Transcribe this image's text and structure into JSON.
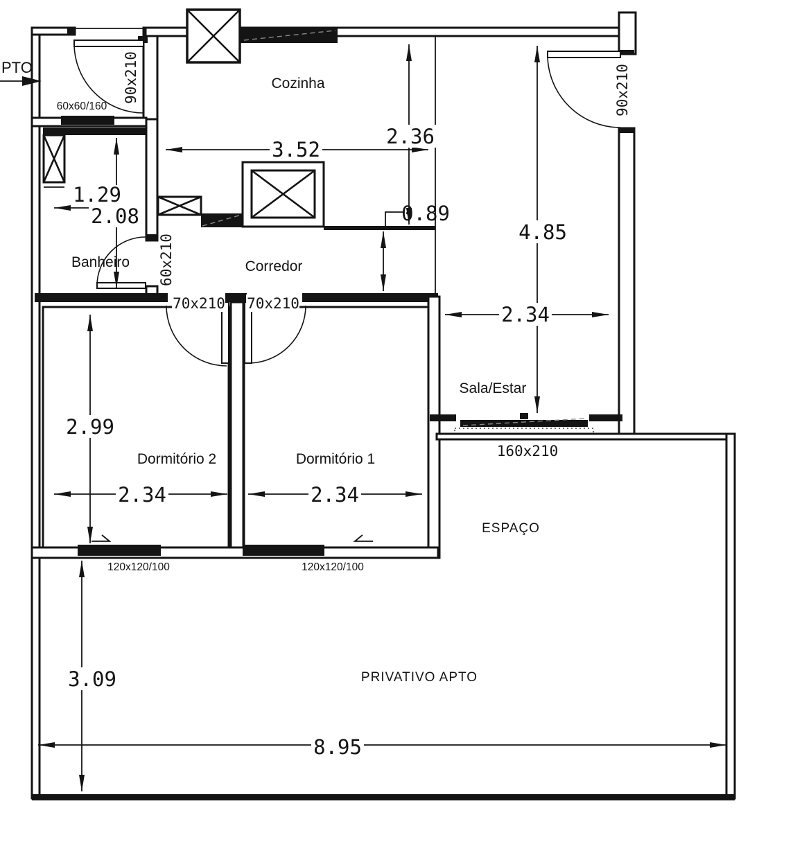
{
  "plan": {
    "labels": {
      "cozinha": "Cozinha",
      "banheiro": "Banheiro",
      "corredor": "Corredor",
      "dorm2": "Dormitório 2",
      "dorm1": "Dormitório 1",
      "sala": "Sala/Estar",
      "espaco": "ESPAÇO",
      "privativo": "PRIVATIVO APTO",
      "entry_ref": "PTO"
    },
    "dimensions_m": {
      "kitchen_width": "3.52",
      "kitchen_depth": "2.36",
      "corridor_width": "0.89",
      "sala_depth": "4.85",
      "sala_width": "2.34",
      "banheiro_width": "1.29",
      "banheiro_depth": "2.08",
      "dorm2_depth": "2.99",
      "dorm2_width": "2.34",
      "dorm1_width": "2.34",
      "privativo_depth": "3.09",
      "total_width": "8.95"
    },
    "openings_cm": {
      "entry_door": "90x210",
      "sala_door": "90x210",
      "banheiro_door": "60x210",
      "dorm2_door": "70x210",
      "dorm1_door": "70x210",
      "balcony_door": "160x210",
      "hall_window": "60x60/160",
      "dorm2_window": "120x120/100",
      "dorm1_window": "120x120/100"
    },
    "colors": {
      "line": "#141414",
      "background": "#ffffff"
    }
  }
}
